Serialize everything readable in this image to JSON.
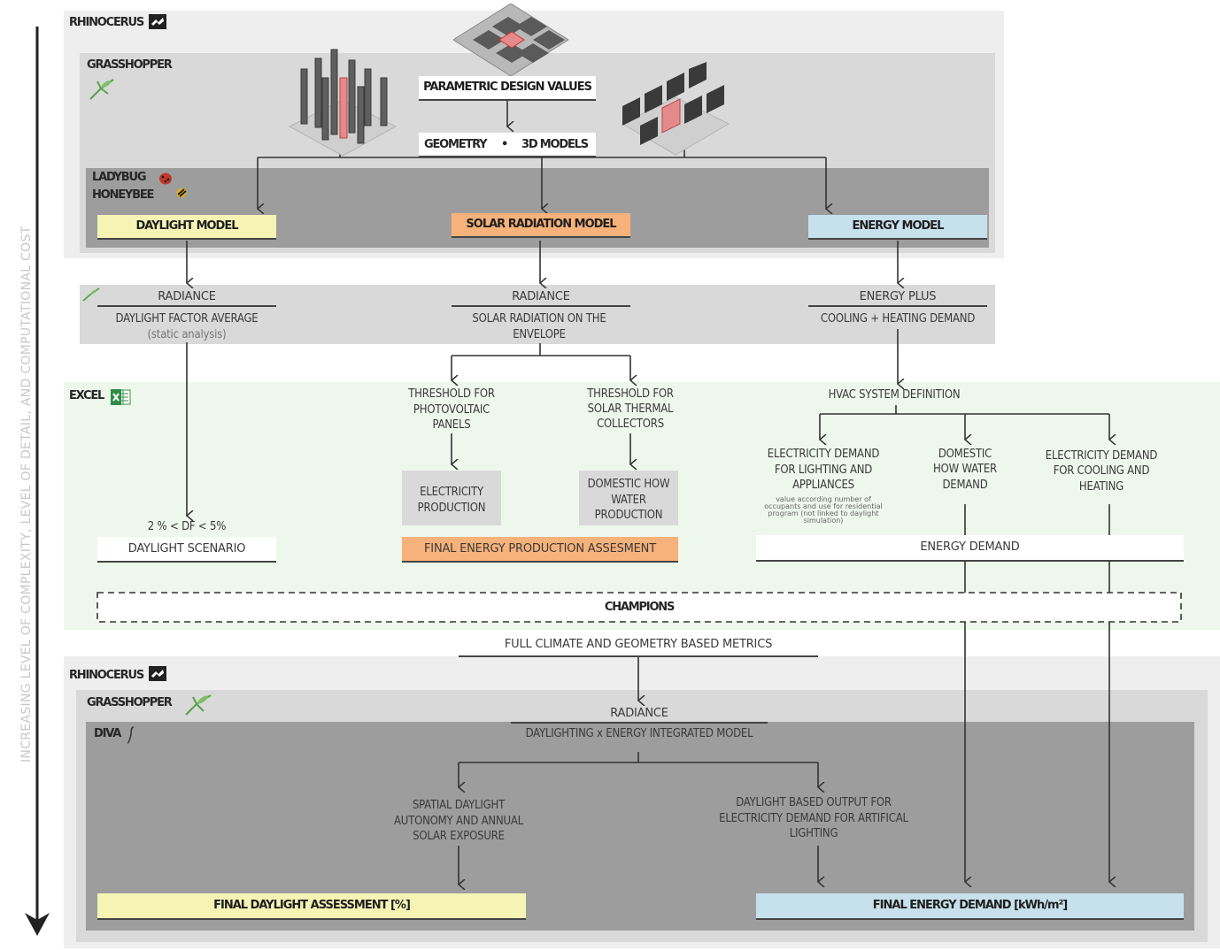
{
  "top_section": {
    "rhino_label": "RHINOCERUS",
    "grasshopper_label": "GRASSHOPPER",
    "param_values": "PARAMETRIC DESIGN VALUES",
    "geometry": "GEOMETRY",
    "bullet": "•",
    "models": "3D MODELS",
    "ladybug": "LADYBUG",
    "honeybee": "HONEYBEE",
    "daylight_model": "DAYLIGHT MODEL",
    "solar_model": "SOLAR RADIATION MODEL",
    "energy_model": "ENERGY MODEL"
  },
  "analysis": {
    "radiance_1": "RADIANCE",
    "daylight_factor": "DAYLIGHT FACTOR AVERAGE",
    "static": "(static analysis)",
    "radiance_2": "RADIANCE",
    "solar_envelope_1": "SOLAR RADIATION ON THE",
    "solar_envelope_2": "ENVELOPE",
    "energy_plus": "ENERGY PLUS",
    "cooling_heating": "COOLING + HEATING DEMAND"
  },
  "excel_section": {
    "excel_label": "EXCEL",
    "pv_threshold": [
      "THRESHOLD FOR",
      "PHOTOVOLTAIC",
      "PANELS"
    ],
    "st_threshold": [
      "THRESHOLD FOR",
      "SOLAR THERMAL",
      "COLLECTORS"
    ],
    "elec_production": [
      "ELECTRICITY",
      "PRODUCTION"
    ],
    "dhw_production": [
      "DOMESTIC HOW",
      "WATER",
      "PRODUCTION"
    ],
    "final_production": "FINAL ENERGY PRODUCTION ASSESMENT",
    "df_range": "2 % < DF < 5%",
    "daylight_scenario": "DAYLIGHT SCENARIO",
    "hvac": "HVAC SYSTEM DEFINITION",
    "elec_lighting": [
      "ELECTRICITY DEMAND",
      "FOR LIGHTING AND",
      "APPLIANCES"
    ],
    "elec_note": [
      "value according number of",
      "occupants and use for residential",
      "program (not linked to daylight",
      "simulation)"
    ],
    "dhw_demand": [
      "DOMESTIC",
      "HOW WATER",
      "DEMAND"
    ],
    "elec_cooling": [
      "ELECTRICITY DEMAND",
      "FOR COOLING AND",
      "HEATING"
    ],
    "energy_demand": "ENERGY DEMAND",
    "champions": "CHAMPIONS"
  },
  "full_metrics": "FULL CLIMATE AND GEOMETRY BASED METRICS",
  "bottom_section": {
    "rhino_label": "RHINOCERUS",
    "grasshopper_label": "GRASSHOPPER",
    "diva_label": "DIVA",
    "radiance": "RADIANCE",
    "integrated_model": "DAYLIGHTING x ENERGY INTEGRATED MODEL",
    "sda": [
      "SPATIAL DAYLIGHT",
      "AUTONOMY AND ANNUAL",
      "SOLAR EXPOSURE"
    ],
    "daylight_output": [
      "DAYLIGHT BASED OUTPUT FOR",
      "ELECTRICITY DEMAND FOR ARTIFICAL",
      "LIGHTING"
    ],
    "final_daylight": "FINAL DAYLIGHT ASSESSMENT [%]",
    "final_energy": "FINAL ENERGY DEMAND [kWh/m²]"
  },
  "side_axis": "INCREASING LEVEL OF COMPLEXITY,  LEVEL OF DETAIL, AND COMPUTATIONAL COST",
  "colors": {
    "yellow": "#f6f4b4",
    "orange": "#f6b27a",
    "blue": "#c6e0ec",
    "green_bg": "#eef7ec",
    "light_gray": "#eeeeee",
    "mid_gray": "#d9d9d9",
    "dark_gray": "#9a9a9a"
  }
}
